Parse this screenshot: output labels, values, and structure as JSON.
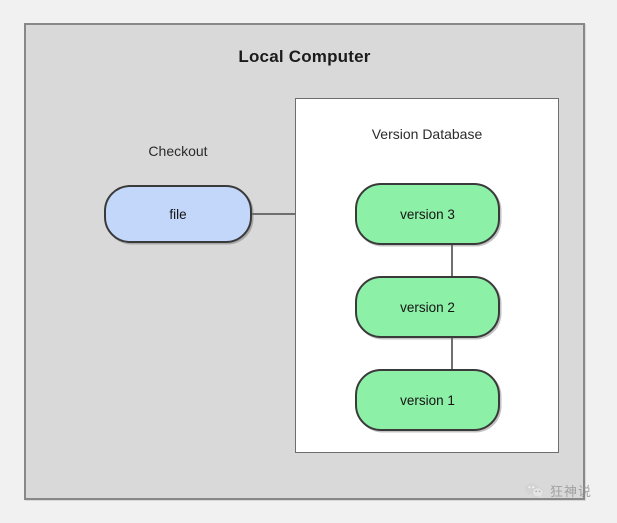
{
  "diagram": {
    "outer_container": {
      "name": "Local Computer",
      "title": "Local Computer",
      "background_color": "#d9d9d9",
      "border_color": "#888888"
    },
    "checkout": {
      "label": "Checkout",
      "node_label": "file",
      "node_fill": "#c3d7fb",
      "node_border": "#3a3a3a"
    },
    "version_database": {
      "label": "Version Database",
      "background_color": "#ffffff",
      "border_color": "#6e6e6e",
      "nodes": [
        {
          "label": "version 3",
          "fill": "#8df0a7"
        },
        {
          "label": "version 2",
          "fill": "#8df0a7"
        },
        {
          "label": "version 1",
          "fill": "#8df0a7"
        }
      ]
    },
    "connectors": [
      {
        "from": "file",
        "to": "version 3",
        "orientation": "horizontal",
        "color": "#6f6f6f"
      },
      {
        "from": "version 3",
        "to": "version 2",
        "orientation": "vertical",
        "color": "#6f6f6f"
      },
      {
        "from": "version 2",
        "to": "version 1",
        "orientation": "vertical",
        "color": "#6f6f6f"
      }
    ]
  },
  "watermark": {
    "icon": "wechat-icon",
    "text": "狂神说",
    "color": "#8d8d8d"
  },
  "page": {
    "background_color": "#f1f1f1"
  }
}
